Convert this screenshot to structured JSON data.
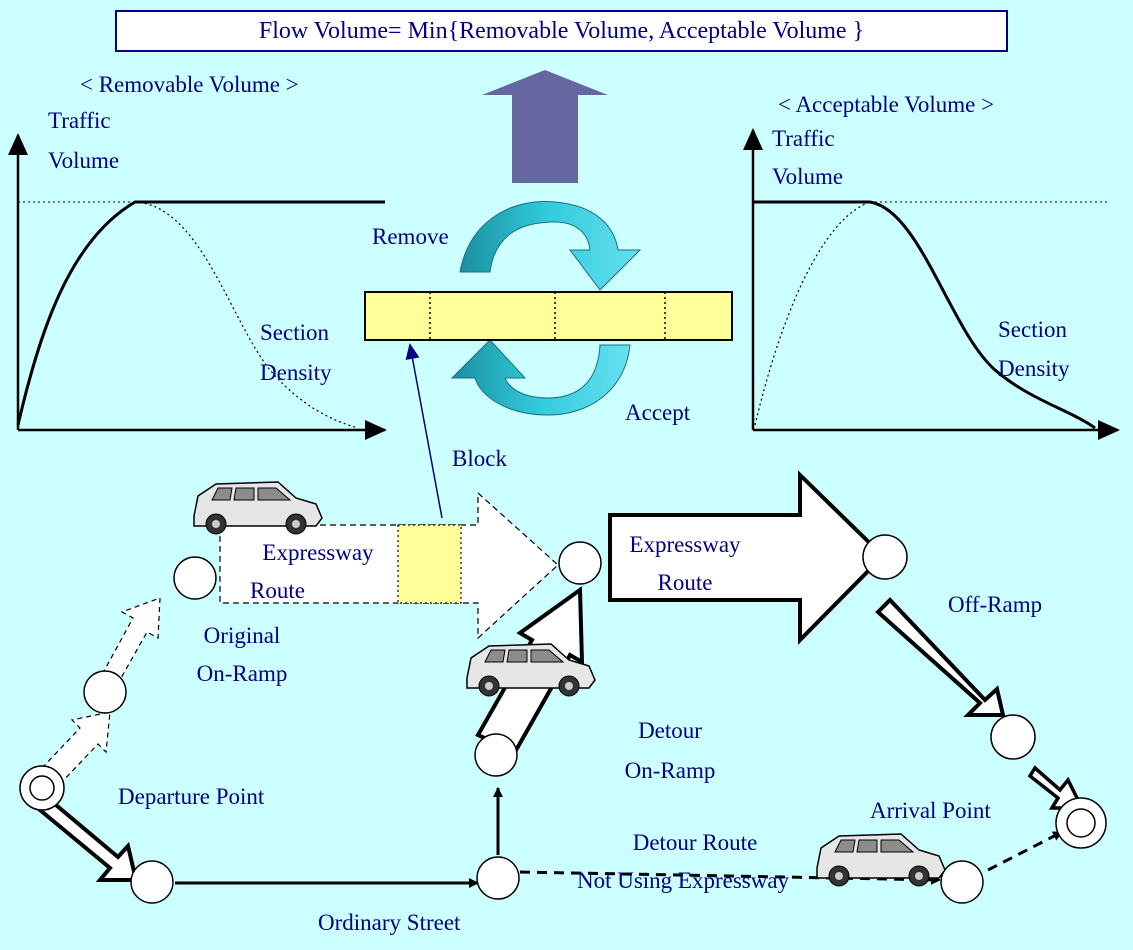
{
  "formula": "Flow Volume= Min{Removable Volume, Acceptable Volume }",
  "removable": {
    "title": "< Removable Volume >",
    "ylabel_1": "Traffic",
    "ylabel_2": "Volume",
    "xlabel_1": "Section",
    "xlabel_2": "Density"
  },
  "acceptable": {
    "title": "< Acceptable Volume  >",
    "ylabel_1": "Traffic",
    "ylabel_2": "Volume",
    "xlabel_1": "Section",
    "xlabel_2": "Density"
  },
  "center": {
    "remove": "Remove",
    "accept": "Accept",
    "block": "Block"
  },
  "route": {
    "expressway_1a": "Expressway",
    "expressway_1b": "Route",
    "expressway_2a": "Expressway",
    "expressway_2b": "Route",
    "original_onramp_1": "Original",
    "original_onramp_2": "On-Ramp",
    "departure": "Departure Point",
    "detour_onramp_1": "Detour",
    "detour_onramp_2": "On-Ramp",
    "detour_route_1": "Detour Route",
    "detour_route_2": "Not Using Expressway",
    "ordinary_street": "Ordinary Street",
    "off_ramp": "Off-Ramp",
    "arrival": "Arrival Point"
  },
  "colors": {
    "background": "#ccffff",
    "label_navy": "#000080",
    "up_arrow": "#6666a0",
    "cycle_arrow": "#33ccdd",
    "section_fill": "#ffff99"
  }
}
